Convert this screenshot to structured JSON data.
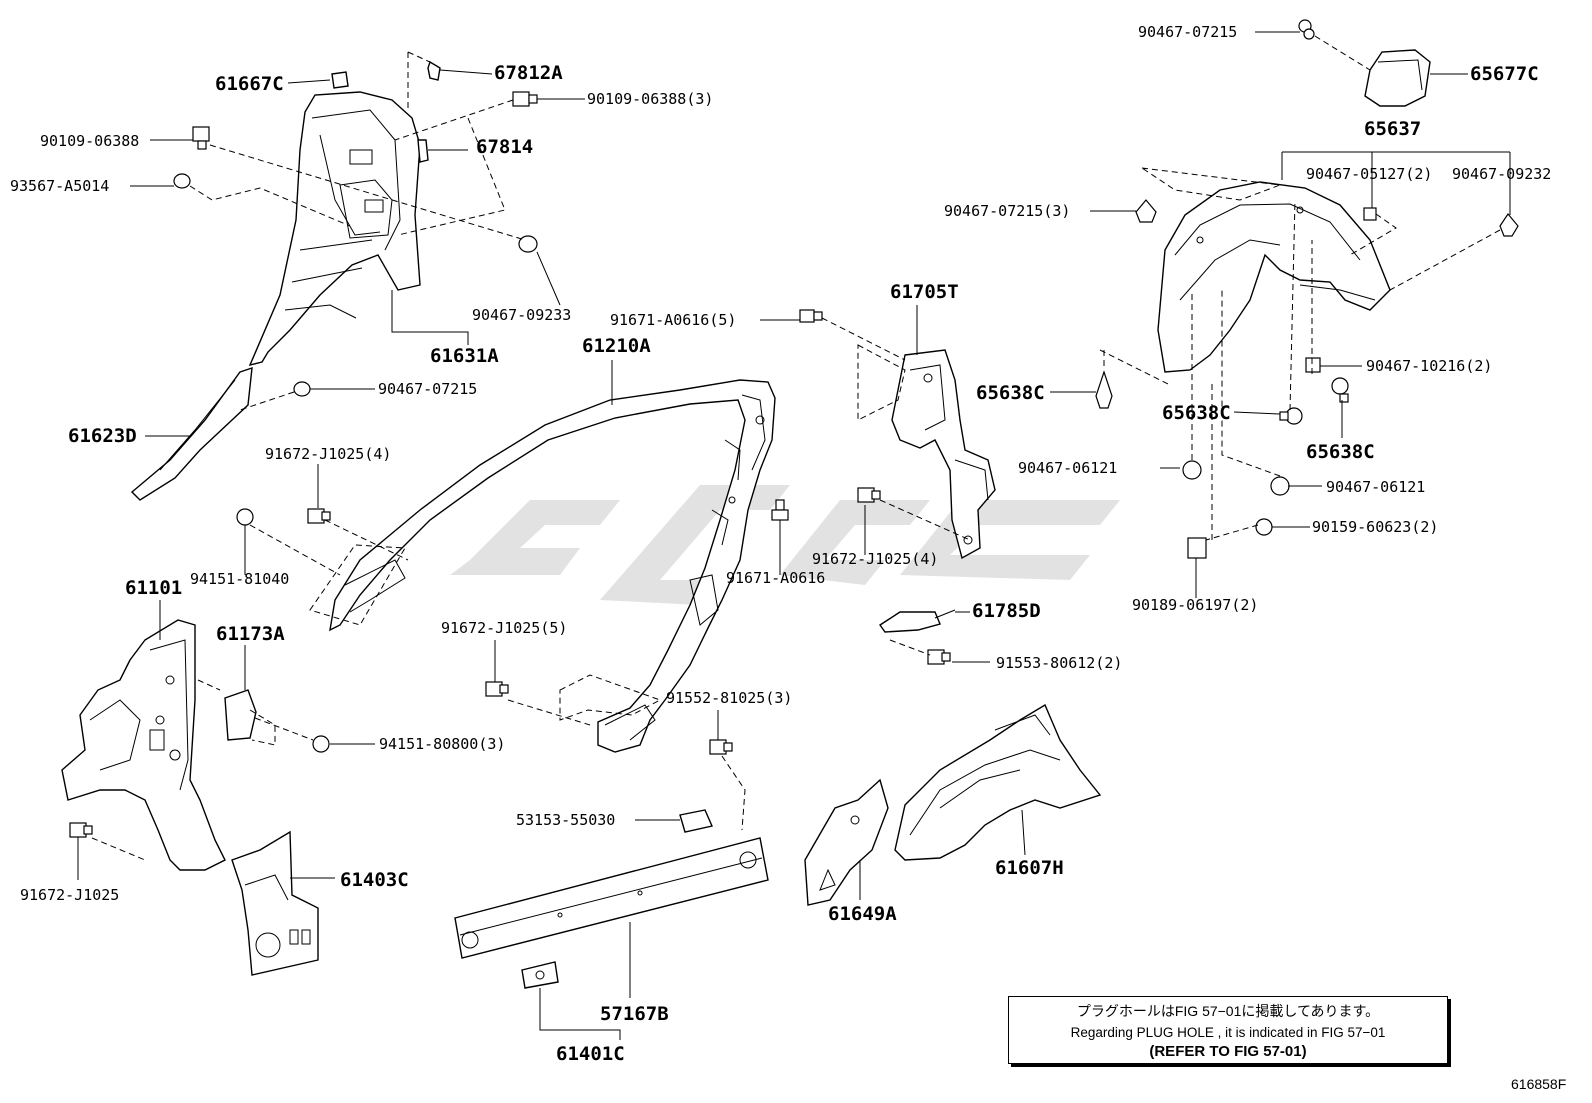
{
  "labels": {
    "p61667C": "61667C",
    "p67812A": "67812A",
    "p9010906388_3": "90109-06388(3)",
    "p9010906388": "90109-06388",
    "p67814": "67814",
    "p93567A5014": "93567-A5014",
    "p9046709233": "90467-09233",
    "p61631A": "61631A",
    "p61623D": "61623D",
    "p9046707215_a": "90467-07215",
    "p91672J1025_4a": "91672-J1025(4)",
    "p9415181040": "94151-81040",
    "p61210A": "61210A",
    "p91671A0616_5": "91671-A0616(5)",
    "p91671A0616": "91671-A0616",
    "p61705T": "61705T",
    "p91672J1025_4b": "91672-J1025(4)",
    "p65638C_a": "65638C",
    "p61785D": "61785D",
    "p9155380612_2": "91553-80612(2)",
    "p61101": "61101",
    "p61173A": "61173A",
    "p9415180800_3": "94151-80800(3)",
    "p91672J1025_5": "91672-J1025(5)",
    "p9155281025_3": "91552-81025(3)",
    "p91672J1025": "91672-J1025",
    "p61403C": "61403C",
    "p5315355030": "53153-55030",
    "p57167B": "57167B",
    "p61401C": "61401C",
    "p61649A": "61649A",
    "p61607H": "61607H",
    "p9046707215_b": "90467-07215",
    "p65677C": "65677C",
    "p65637": "65637",
    "p9046705127_2": "90467-05127(2)",
    "p9046709232": "90467-09232",
    "p9046707215_3": "90467-07215(3)",
    "p9046710216_2": "90467-10216(2)",
    "p65638C_b": "65638C",
    "p65638C_c": "65638C",
    "p9046706121_a": "90467-06121",
    "p9046706121_b": "90467-06121",
    "p9015960623_2": "90159-60623(2)",
    "p9018906197_2": "90189-06197(2)"
  },
  "note": {
    "line1": "プラグホールはFIG 57−01に掲載してあります。",
    "line2": "Regarding  PLUG  HOLE , it is indicated in FIG  57−01",
    "line3": "(REFER TO FIG 57-01)"
  },
  "figure_number": "616858F"
}
